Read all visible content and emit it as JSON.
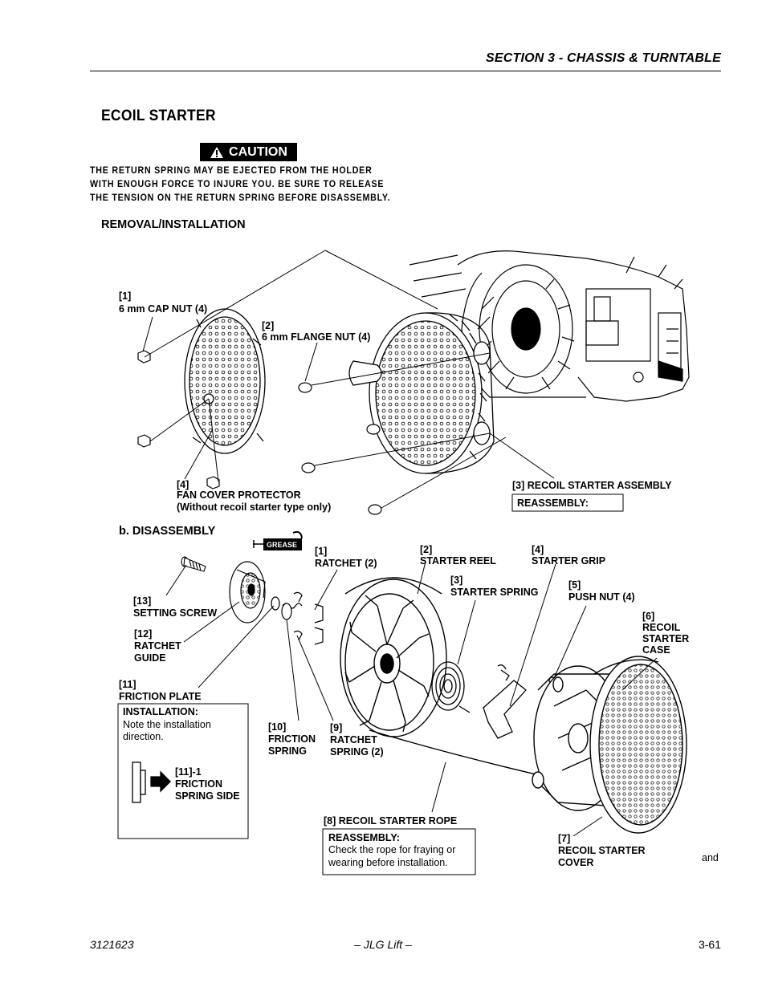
{
  "header": {
    "section": "SECTION 3 - CHASSIS & TURNTABLE"
  },
  "section_title": "ECOIL STARTER",
  "caution": {
    "label": "CAUTION",
    "lines": [
      "THE RETURN SPRING MAY BE EJECTED FROM THE HOLDER",
      "WITH ENOUGH FORCE TO INJURE YOU. BE SURE TO RELEASE",
      "THE TENSION ON THE RETURN SPRING BEFORE DISASSEMBLY."
    ]
  },
  "subheading": "REMOVAL/INSTALLATION",
  "figure": {
    "removal_labels": {
      "cap_nut_num": "[1]",
      "cap_nut": "6 mm CAP NUT (4)",
      "flange_nut_num": "[2]",
      "flange_nut": "6 mm FLANGE NUT (4)",
      "fan_cover_num": "[4]",
      "fan_cover": "FAN COVER PROTECTOR",
      "fan_cover_note": "(Without recoil starter type only)",
      "recoil_assembly": "[3] RECOIL STARTER ASSEMBLY",
      "reassembly_box": "REASSEMBLY:"
    },
    "disassembly_heading": "b. DISASSEMBLY",
    "grease_label": "GREASE",
    "parts": {
      "ratchet_num": "[1]",
      "ratchet": "RATCHET (2)",
      "reel_num": "[2]",
      "reel": "STARTER REEL",
      "spring_num": "[3]",
      "spring": "STARTER SPRING",
      "grip_num": "[4]",
      "grip": "STARTER GRIP",
      "push_nut_num": "[5]",
      "push_nut": "PUSH NUT (4)",
      "case_num": "[6]",
      "case_l1": "RECOIL",
      "case_l2": "STARTER",
      "case_l3": "CASE",
      "cover_num": "[7]",
      "cover_l1": "RECOIL STARTER",
      "cover_l2": "COVER",
      "rope": "[8] RECOIL STARTER ROPE",
      "ratchet_spring_num": "[9]",
      "ratchet_spring_l1": "RATCHET",
      "ratchet_spring_l2": "SPRING (2)",
      "friction_spring_num": "[10]",
      "friction_spring_l1": "FRICTION",
      "friction_spring_l2": "SPRING",
      "friction_plate": "[11]",
      "friction_plate_label": "FRICTION PLATE",
      "ratchet_guide_num": "[12]",
      "ratchet_guide_l1": "RATCHET",
      "ratchet_guide_l2": "GUIDE",
      "setting_screw_num": "[13]",
      "setting_screw": "SETTING SCREW"
    },
    "installation_box": {
      "title": "INSTALLATION:",
      "line1": "Note  the  installation",
      "line2": "direction.",
      "side_num": "[11]-1",
      "side_l1": "FRICTION",
      "side_l2": "SPRING SIDE"
    },
    "rope_box": {
      "title": "REASSEMBLY:",
      "line1": "Check the rope for fraying or",
      "line2": "wearing before installation."
    },
    "stray_text": "and"
  },
  "footer": {
    "doc_number": "3121623",
    "company": "– JLG Lift –",
    "page": "3-61"
  }
}
